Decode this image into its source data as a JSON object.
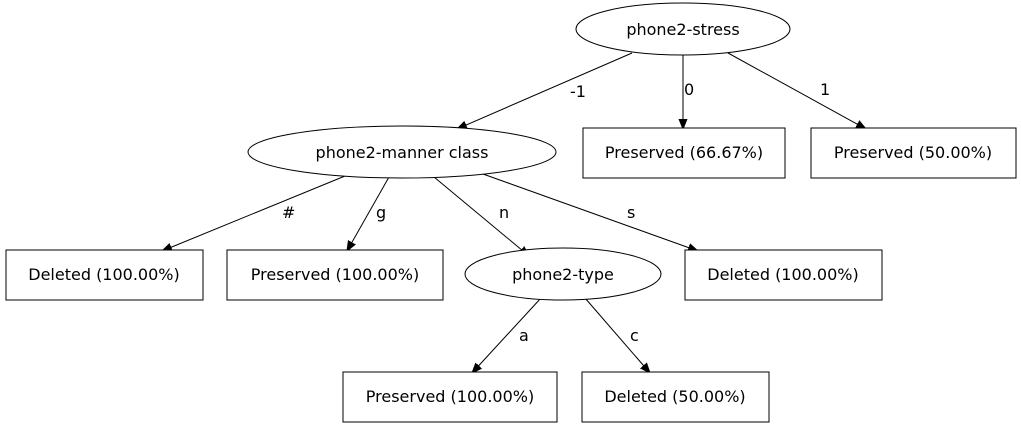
{
  "nodes": {
    "n_stress": {
      "label": "phone2-stress",
      "kind": "decision"
    },
    "n_manner": {
      "label": "phone2-manner class",
      "kind": "decision"
    },
    "n_pres667": {
      "label": "Preserved (66.67%)",
      "kind": "leaf"
    },
    "n_pres50": {
      "label": "Preserved (50.00%)",
      "kind": "leaf"
    },
    "n_del_hash": {
      "label": "Deleted (100.00%)",
      "kind": "leaf"
    },
    "n_pres_g": {
      "label": "Preserved (100.00%)",
      "kind": "leaf"
    },
    "n_type": {
      "label": "phone2-type",
      "kind": "decision"
    },
    "n_del_s": {
      "label": "Deleted (100.00%)",
      "kind": "leaf"
    },
    "n_pres_a": {
      "label": "Preserved (100.00%)",
      "kind": "leaf"
    },
    "n_del_c": {
      "label": "Deleted (50.00%)",
      "kind": "leaf"
    }
  },
  "edges": {
    "e1": {
      "from": "n_stress",
      "to": "n_manner",
      "label": "-1"
    },
    "e2": {
      "from": "n_stress",
      "to": "n_pres667",
      "label": "0"
    },
    "e3": {
      "from": "n_stress",
      "to": "n_pres50",
      "label": "1"
    },
    "e4": {
      "from": "n_manner",
      "to": "n_del_hash",
      "label": "#"
    },
    "e5": {
      "from": "n_manner",
      "to": "n_pres_g",
      "label": "g"
    },
    "e6": {
      "from": "n_manner",
      "to": "n_type",
      "label": "n"
    },
    "e7": {
      "from": "n_manner",
      "to": "n_del_s",
      "label": "s"
    },
    "e8": {
      "from": "n_type",
      "to": "n_pres_a",
      "label": "a"
    },
    "e9": {
      "from": "n_type",
      "to": "n_del_c",
      "label": "c"
    }
  }
}
